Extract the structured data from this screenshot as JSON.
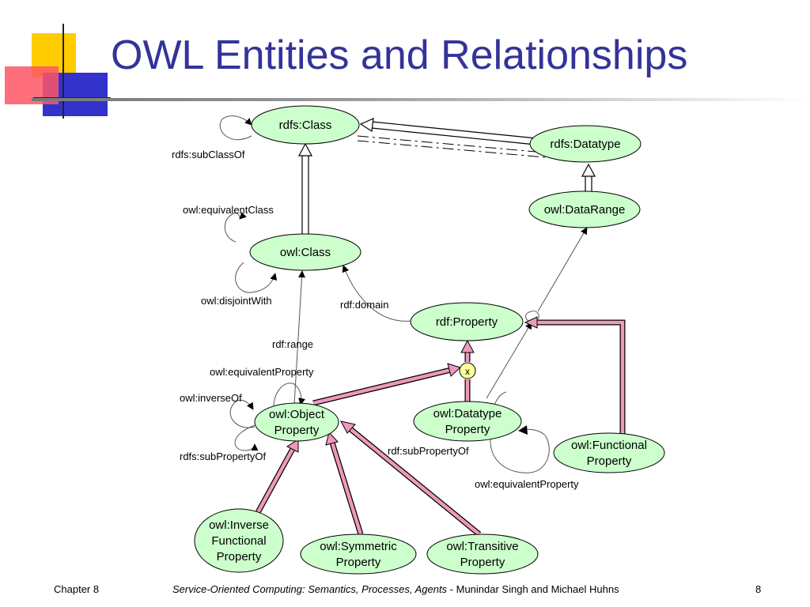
{
  "slide": {
    "title": "OWL Entities and Relationships",
    "footer": {
      "chapter": "Chapter 8",
      "book_title": "Service-Oriented Computing: Semantics, Processes, Agents",
      "authors": " - Munindar Singh and Michael Huhns",
      "page_number": "8"
    }
  },
  "nodes": {
    "rdfs_class": [
      "rdfs:Class"
    ],
    "rdfs_datatype": [
      "rdfs:Datatype"
    ],
    "owl_datarange": [
      "owl:DataRange"
    ],
    "owl_class": [
      "owl:Class"
    ],
    "rdf_property": [
      "rdf:Property"
    ],
    "owl_object_property": [
      "owl:Object",
      "Property"
    ],
    "owl_datatype_property": [
      "owl:Datatype",
      "Property"
    ],
    "owl_functional_property": [
      "owl:Functional",
      "Property"
    ],
    "owl_inverse_functional_property": [
      "owl:Inverse",
      "Functional",
      "Property"
    ],
    "owl_symmetric_property": [
      "owl:Symmetric",
      "Property"
    ],
    "owl_transitive_property": [
      "owl:Transitive",
      "Property"
    ]
  },
  "junction_label": "x",
  "edge_labels": {
    "subclassof": "rdfs:subClassOf",
    "equivalentclass": "owl:equivalentClass",
    "disjointwith": "owl:disjointWith",
    "domain": "rdf:domain",
    "range": "rdf:range",
    "equivalentproperty_object": "owl:equivalentProperty",
    "inverseof": "owl:inverseOf",
    "subpropertyof_object": "rdfs:subPropertyOf",
    "subpropertyof_datatype": "rdf:subPropertyOf",
    "equivalentproperty_datatype": "owl:equivalentProperty"
  },
  "colors": {
    "title": "#333399",
    "node_fill": "#ccffcc",
    "subtype_arrow": "#ee99bb",
    "junction_fill": "#ffff99"
  }
}
